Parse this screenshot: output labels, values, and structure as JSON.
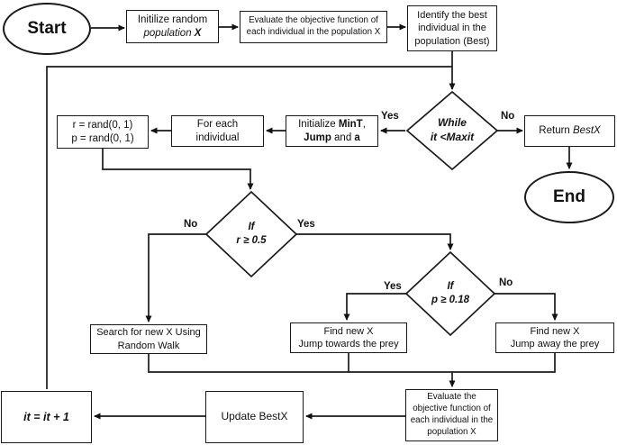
{
  "nodes": {
    "start": "Start",
    "end": "End",
    "init": {
      "l1": "Initilize random",
      "l2_italic": "population ",
      "l2_bold": "X"
    },
    "evaluate_top": "Evaluate the objective function of\neach individual in the population X",
    "identify": "Identify the best\nindividual in the\npopulation (Best)",
    "while_cond": {
      "l1": "While",
      "l2": "it <Maxit"
    },
    "return_box": {
      "a": "Return ",
      "b": "BestX"
    },
    "mint": {
      "l1a": "Initialize ",
      "l1b": "MinT",
      "l1c": ",",
      "l2a": "Jump",
      "l2b": " and ",
      "l2c": "a"
    },
    "foreach": "For each\nindividual",
    "rand": "r = rand(0, 1)\np = rand(0, 1)",
    "if_r": {
      "l1": "If",
      "l2": "r ≥ 0.5"
    },
    "if_p": {
      "l1": "If",
      "l2": "p ≥ 0.18"
    },
    "search": "Search for new X Using\nRandom Walk",
    "towards": "Find new X\nJump towards the prey",
    "away": "Find new X\nJump away the prey",
    "evaluate_bottom": "Evaluate the\nobjective function of\neach individual in the\npopulation X",
    "update": "Update BestX",
    "iter": "it = it + 1"
  },
  "edge_labels": {
    "while_yes": "Yes",
    "while_no": "No",
    "ifr_no": "No",
    "ifr_yes": "Yes",
    "ifp_yes": "Yes",
    "ifp_no": "No"
  },
  "colors": {
    "stroke": "#1a1a1a",
    "node_fill": "#ffffff"
  }
}
